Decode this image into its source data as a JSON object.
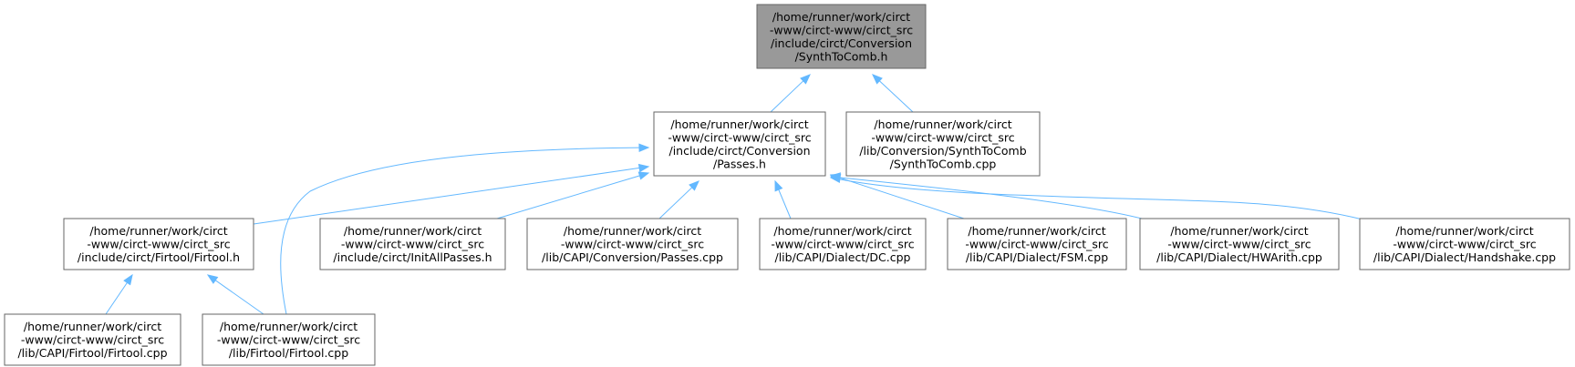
{
  "colors": {
    "edge": "#63b8ff",
    "root_fill": "#999999",
    "node_fill": "#ffffff",
    "node_border": "#666666"
  },
  "nodes": [
    {
      "id": "synth_h",
      "name": "node-synthtocomb-h",
      "root": true,
      "lines": [
        "/home/runner/work/circt",
        "-www/circt-www/circt_src",
        "/include/circt/Conversion",
        "/SynthToComb.h"
      ]
    },
    {
      "id": "passes_h",
      "name": "node-conversion-passes-h",
      "lines": [
        "/home/runner/work/circt",
        "-www/circt-www/circt_src",
        "/include/circt/Conversion",
        "/Passes.h"
      ]
    },
    {
      "id": "synth_cpp",
      "name": "node-synthtocomb-cpp",
      "lines": [
        "/home/runner/work/circt",
        "-www/circt-www/circt_src",
        "/lib/Conversion/SynthToComb",
        "/SynthToComb.cpp"
      ]
    },
    {
      "id": "firtool_h",
      "name": "node-firtool-h",
      "lines": [
        "/home/runner/work/circt",
        "-www/circt-www/circt_src",
        "/include/circt/Firtool/Firtool.h"
      ]
    },
    {
      "id": "initall_h",
      "name": "node-initallpasses-h",
      "lines": [
        "/home/runner/work/circt",
        "-www/circt-www/circt_src",
        "/include/circt/InitAllPasses.h"
      ]
    },
    {
      "id": "capi_conv",
      "name": "node-capi-conversion-passes-cpp",
      "lines": [
        "/home/runner/work/circt",
        "-www/circt-www/circt_src",
        "/lib/CAPI/Conversion/Passes.cpp"
      ]
    },
    {
      "id": "capi_dc",
      "name": "node-capi-dialect-dc-cpp",
      "lines": [
        "/home/runner/work/circt",
        "-www/circt-www/circt_src",
        "/lib/CAPI/Dialect/DC.cpp"
      ]
    },
    {
      "id": "capi_fsm",
      "name": "node-capi-dialect-fsm-cpp",
      "lines": [
        "/home/runner/work/circt",
        "-www/circt-www/circt_src",
        "/lib/CAPI/Dialect/FSM.cpp"
      ]
    },
    {
      "id": "capi_hwarith",
      "name": "node-capi-dialect-hwarith-cpp",
      "lines": [
        "/home/runner/work/circt",
        "-www/circt-www/circt_src",
        "/lib/CAPI/Dialect/HWArith.cpp"
      ]
    },
    {
      "id": "capi_handshake",
      "name": "node-capi-dialect-handshake-cpp",
      "lines": [
        "/home/runner/work/circt",
        "-www/circt-www/circt_src",
        "/lib/CAPI/Dialect/Handshake.cpp"
      ]
    },
    {
      "id": "capi_firtool",
      "name": "node-capi-firtool-cpp",
      "lines": [
        "/home/runner/work/circt",
        "-www/circt-www/circt_src",
        "/lib/CAPI/Firtool/Firtool.cpp"
      ]
    },
    {
      "id": "lib_firtool",
      "name": "node-lib-firtool-cpp",
      "lines": [
        "/home/runner/work/circt",
        "-www/circt-www/circt_src",
        "/lib/Firtool/Firtool.cpp"
      ]
    }
  ],
  "edges": [
    {
      "from": "passes_h",
      "to": "synth_h"
    },
    {
      "from": "synth_cpp",
      "to": "synth_h"
    },
    {
      "from": "firtool_h",
      "to": "passes_h"
    },
    {
      "from": "lib_firtool",
      "to": "passes_h"
    },
    {
      "from": "initall_h",
      "to": "passes_h"
    },
    {
      "from": "capi_conv",
      "to": "passes_h"
    },
    {
      "from": "capi_dc",
      "to": "passes_h"
    },
    {
      "from": "capi_fsm",
      "to": "passes_h"
    },
    {
      "from": "capi_hwarith",
      "to": "passes_h"
    },
    {
      "from": "capi_handshake",
      "to": "passes_h"
    },
    {
      "from": "capi_firtool",
      "to": "firtool_h"
    },
    {
      "from": "lib_firtool",
      "to": "firtool_h"
    }
  ]
}
